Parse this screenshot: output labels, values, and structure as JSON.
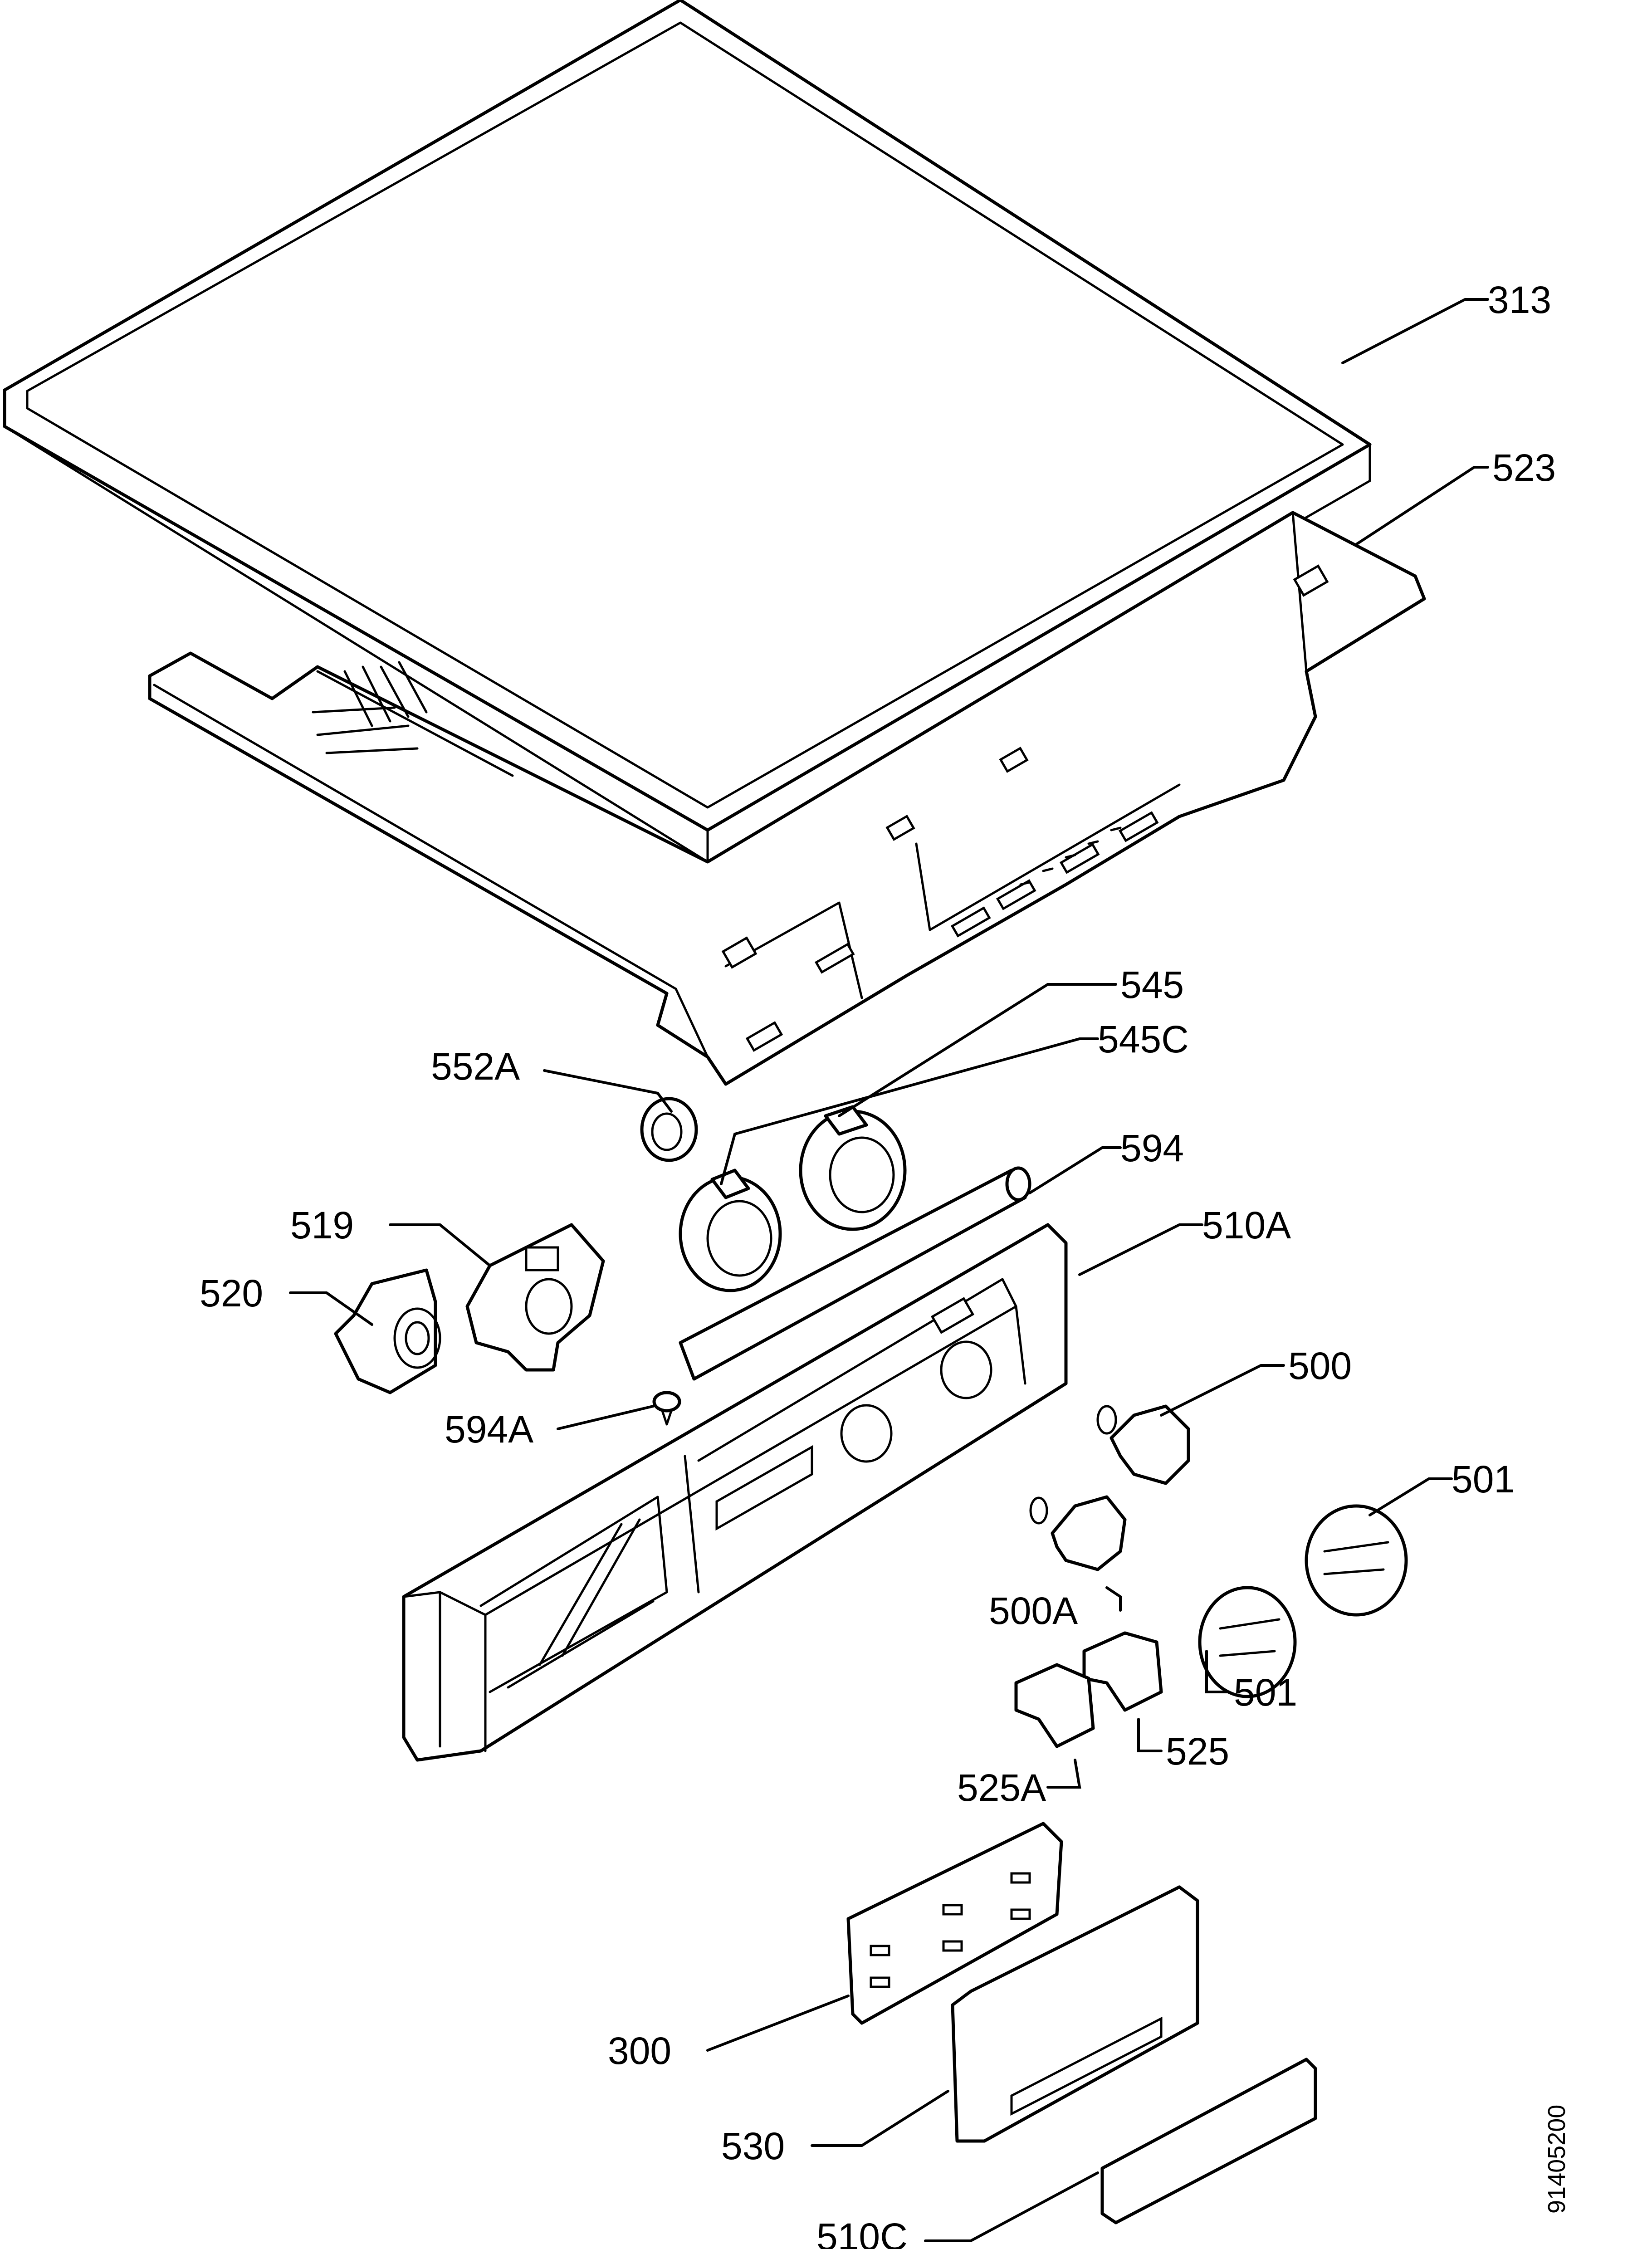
{
  "diagram": {
    "drawing_number": "91405200",
    "parts": [
      {
        "id": "313",
        "label": "313"
      },
      {
        "id": "523",
        "label": "523"
      },
      {
        "id": "545",
        "label": "545"
      },
      {
        "id": "545C",
        "label": "545C"
      },
      {
        "id": "552A",
        "label": "552A"
      },
      {
        "id": "594",
        "label": "594"
      },
      {
        "id": "519",
        "label": "519"
      },
      {
        "id": "510A",
        "label": "510A"
      },
      {
        "id": "520",
        "label": "520"
      },
      {
        "id": "500",
        "label": "500"
      },
      {
        "id": "594A",
        "label": "594A"
      },
      {
        "id": "501a",
        "label": "501"
      },
      {
        "id": "500A",
        "label": "500A"
      },
      {
        "id": "501b",
        "label": "501"
      },
      {
        "id": "525",
        "label": "525"
      },
      {
        "id": "525A",
        "label": "525A"
      },
      {
        "id": "300",
        "label": "300"
      },
      {
        "id": "530",
        "label": "530"
      },
      {
        "id": "510C",
        "label": "510C"
      }
    ]
  }
}
